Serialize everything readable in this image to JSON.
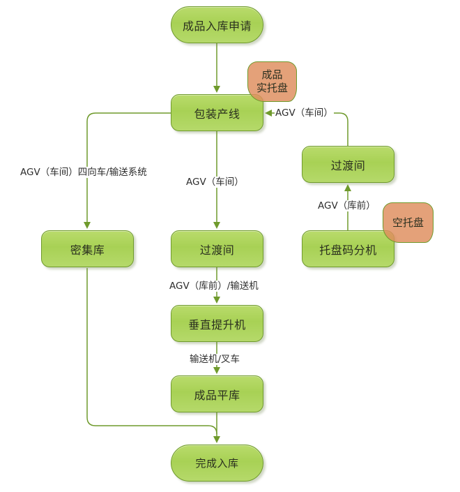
{
  "diagram": {
    "type": "flowchart",
    "colors": {
      "node_fill": "#a8d155",
      "node_border": "#6f9a2c",
      "callout_fill": "#de8c5c",
      "connector": "#6f9a2c"
    },
    "nodes": {
      "start": "成品入库申请",
      "packaging_line": "包装产线",
      "dense_storage": "密集库",
      "transition_room_center": "过渡间",
      "vertical_lift": "垂直提升机",
      "flat_storage": "成品平库",
      "end": "完成入库",
      "transition_room_right": "过渡间",
      "pallet_dispenser": "托盘码分机"
    },
    "callouts": {
      "loaded_pallet": [
        "成品",
        "实托盘"
      ],
      "empty_pallet": "空托盘"
    },
    "edge_labels": {
      "packaging_to_dense": "AGV（车间）四向车/输送系统",
      "packaging_to_transition": "AGV（车间）",
      "transition_to_lift": "AGV（库前）/输送机",
      "lift_to_flat": "输送机/叉车",
      "dispenser_to_transition": "AGV（库前）",
      "transition_to_packaging": "AGV（车间）"
    },
    "edges": [
      {
        "from": "成品入库申请",
        "to": "包装产线"
      },
      {
        "from": "包装产线",
        "to": "密集库",
        "label": "AGV（车间）四向车/输送系统"
      },
      {
        "from": "包装产线",
        "to": "过渡间",
        "label": "AGV（车间）"
      },
      {
        "from": "过渡间",
        "to": "垂直提升机",
        "label": "AGV（库前）/输送机"
      },
      {
        "from": "垂直提升机",
        "to": "成品平库",
        "label": "输送机/叉车"
      },
      {
        "from": "成品平库",
        "to": "完成入库"
      },
      {
        "from": "密集库",
        "to": "完成入库"
      },
      {
        "from": "托盘码分机",
        "to": "过渡间",
        "label": "AGV（库前）"
      },
      {
        "from": "过渡间",
        "to": "包装产线",
        "label": "AGV（车间）"
      }
    ]
  }
}
